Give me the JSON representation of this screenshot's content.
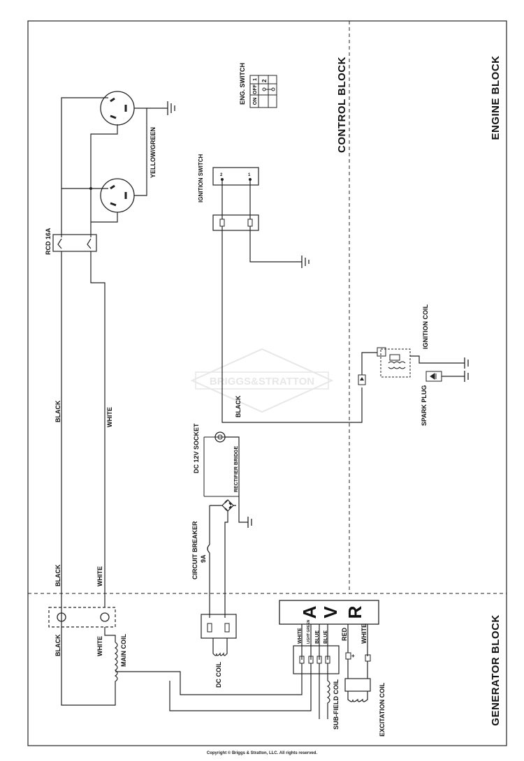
{
  "blocks": {
    "control": "CONTROL BLOCK",
    "engine": "ENGINE BLOCK",
    "generator": "GENERATOR BLOCK"
  },
  "eng_switch": {
    "title": "ENG. SWITCH",
    "col1": "1",
    "col2": "2",
    "row_off": "OFF",
    "row_on": "ON"
  },
  "labels": {
    "yellow_green": "YELLOW/GREEN",
    "ignition_switch": "IGNITION SWITCH",
    "ign_pin2": "2",
    "ign_pin1": "1",
    "rcd": "RCD 16A",
    "black_main": "BLACK",
    "white_main": "WHITE",
    "black_ctrl": "BLACK",
    "ignition_coil": "IGNITION COIL",
    "spark_plug": "SPARK PLUG",
    "dc_socket": "DC 12V SOCKET",
    "rectifier": "RECTIFIER BRIDGE",
    "circuit_breaker": "CIRCUIT BREAKER",
    "breaker_rating": "9A",
    "black_lower": "BLACK",
    "white_lower": "WHITE",
    "black_gen": "BLACK",
    "white_gen": "WHITE",
    "main_coil": "MAIN COIL",
    "dc_coil": "DC COIL",
    "avr_a": "A",
    "avr_v": "V",
    "avr_r": "R",
    "avr_white": "WHITE",
    "avr_light_green": "LIGHT GREEN",
    "avr_blue1": "BLUE",
    "avr_blue2": "BLUE",
    "red": "RED",
    "white_exc": "WHITE",
    "sub_field_coil": "SUB-FIELD COIL",
    "excitation_coil": "EXCITATION COIL"
  },
  "watermark": "BRIGGS&STRATTON",
  "copyright": "Copyright © Briggs & Stratton, LLC. All rights reserved."
}
